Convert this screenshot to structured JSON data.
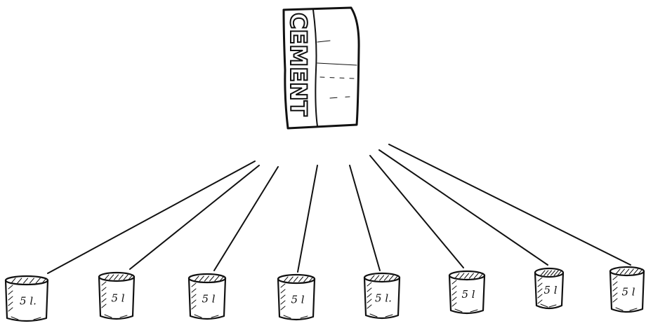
{
  "cement_bag": {
    "label": "CEMENT",
    "icon": "cement-bag-icon"
  },
  "buckets": [
    {
      "label": "5 l."
    },
    {
      "label": "5 l"
    },
    {
      "label": "5 l"
    },
    {
      "label": "5 l"
    },
    {
      "label": "5 l."
    },
    {
      "label": "5 l"
    },
    {
      "label": "5 l"
    },
    {
      "label": "5 l"
    }
  ],
  "colors": {
    "ink": "#111111",
    "background": "#ffffff"
  }
}
